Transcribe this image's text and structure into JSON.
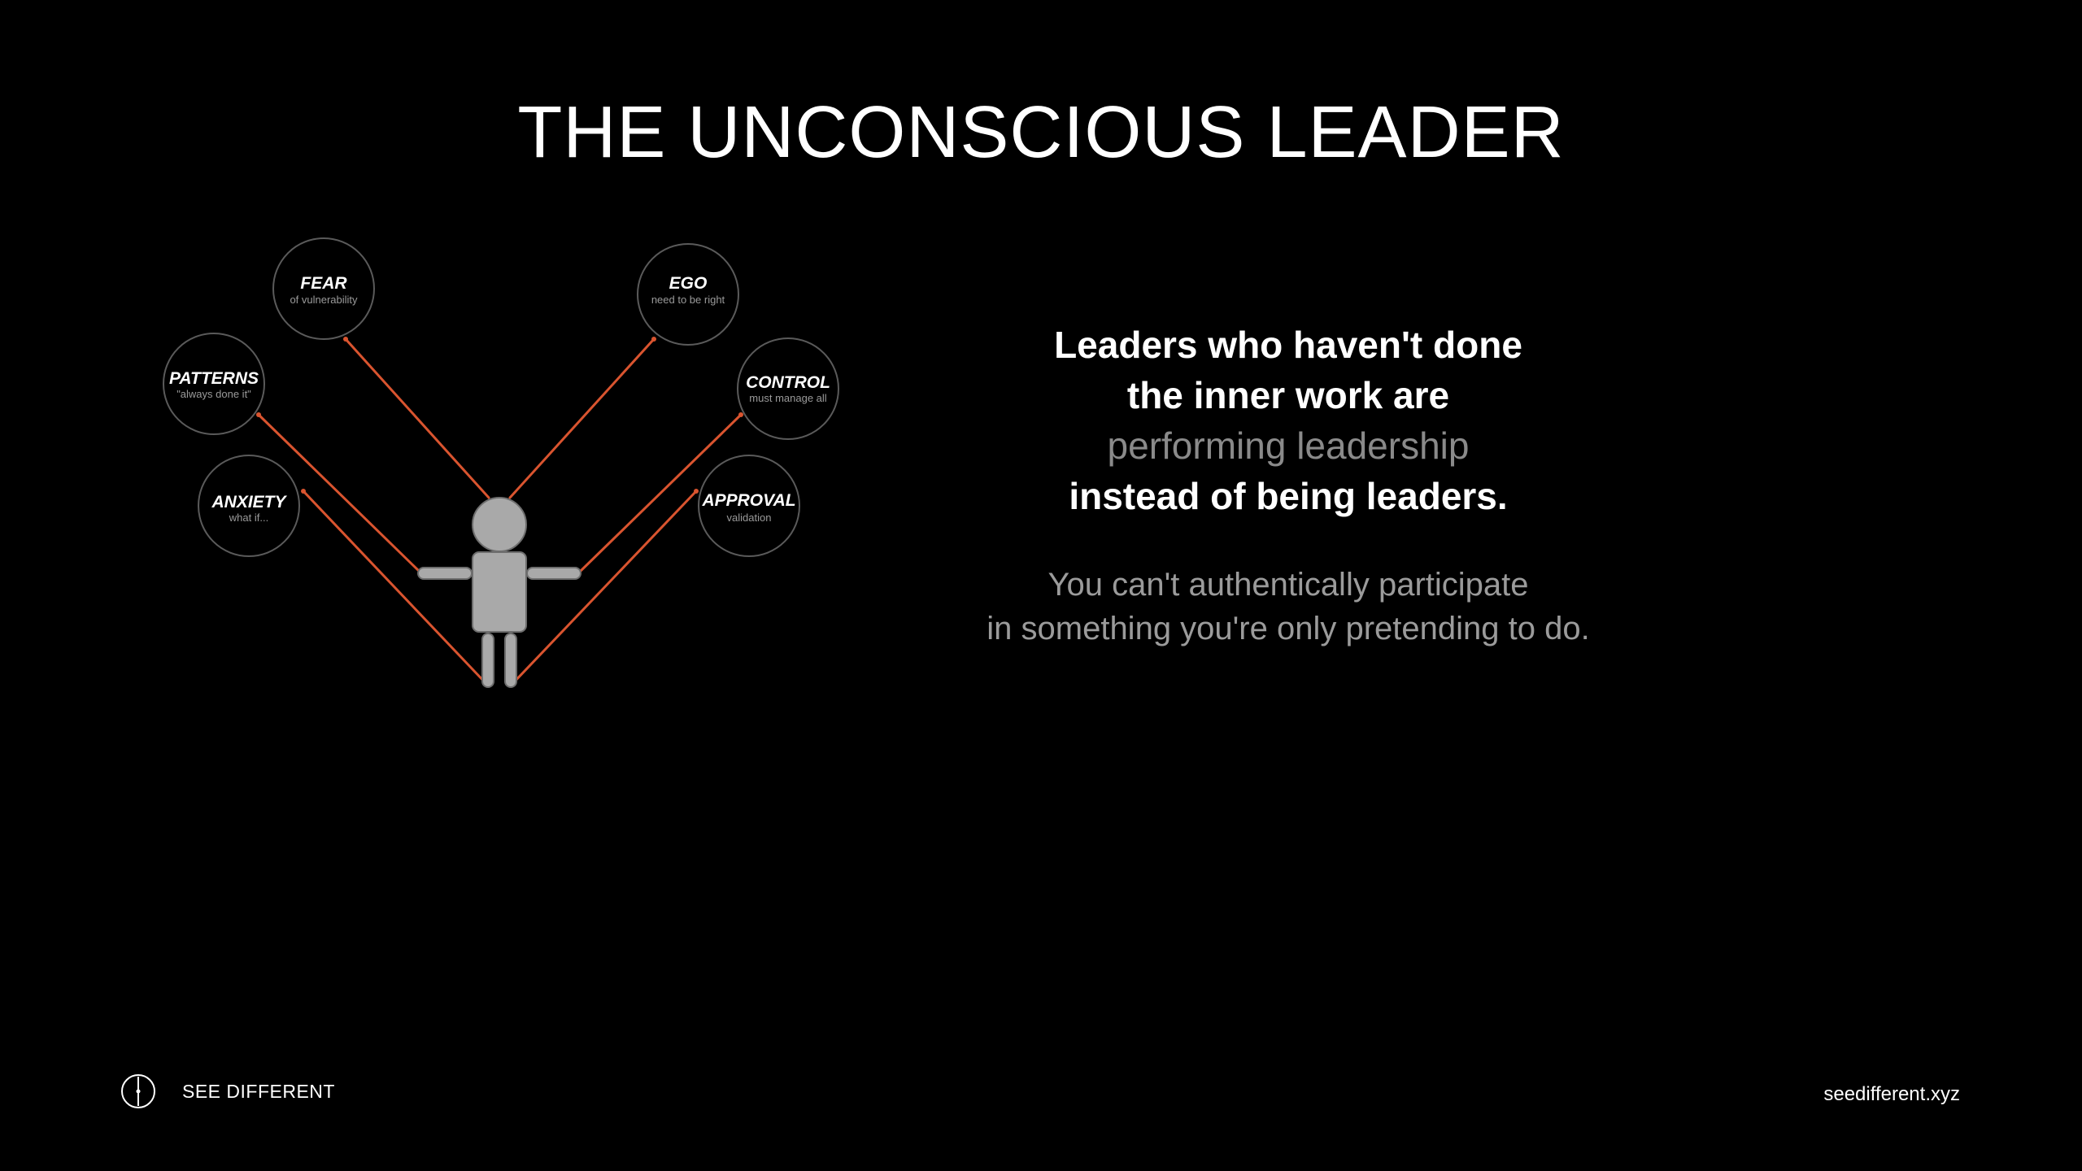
{
  "slide": {
    "title": "THE UNCONSCIOUS LEADER"
  },
  "diagram": {
    "nodes": [
      {
        "id": "fear",
        "label": "FEAR",
        "sublabel": "of vulnerability"
      },
      {
        "id": "patterns",
        "label": "PATTERNS",
        "sublabel": "\"always done it\""
      },
      {
        "id": "anxiety",
        "label": "ANXIETY",
        "sublabel": "what if..."
      },
      {
        "id": "ego",
        "label": "EGO",
        "sublabel": "need to be right"
      },
      {
        "id": "control",
        "label": "CONTROL",
        "sublabel": "must manage all"
      },
      {
        "id": "approval",
        "label": "APPROVAL",
        "sublabel": "validation"
      }
    ],
    "colors": {
      "string": "#d9542f",
      "figure": "#a9a9a9",
      "node_border": "#5a5a5a"
    }
  },
  "statement": {
    "line1": "Leaders who haven't done",
    "line2": "the inner work are",
    "line3": "performing leadership",
    "line4": "instead of being leaders."
  },
  "sub_statement": {
    "line1": "You can't authentically participate",
    "line2": "in something you're only pretending to do."
  },
  "footer": {
    "brand_icon": "compass-icon",
    "brand_name": "SEE DIFFERENT",
    "url": "seedifferent.xyz"
  }
}
